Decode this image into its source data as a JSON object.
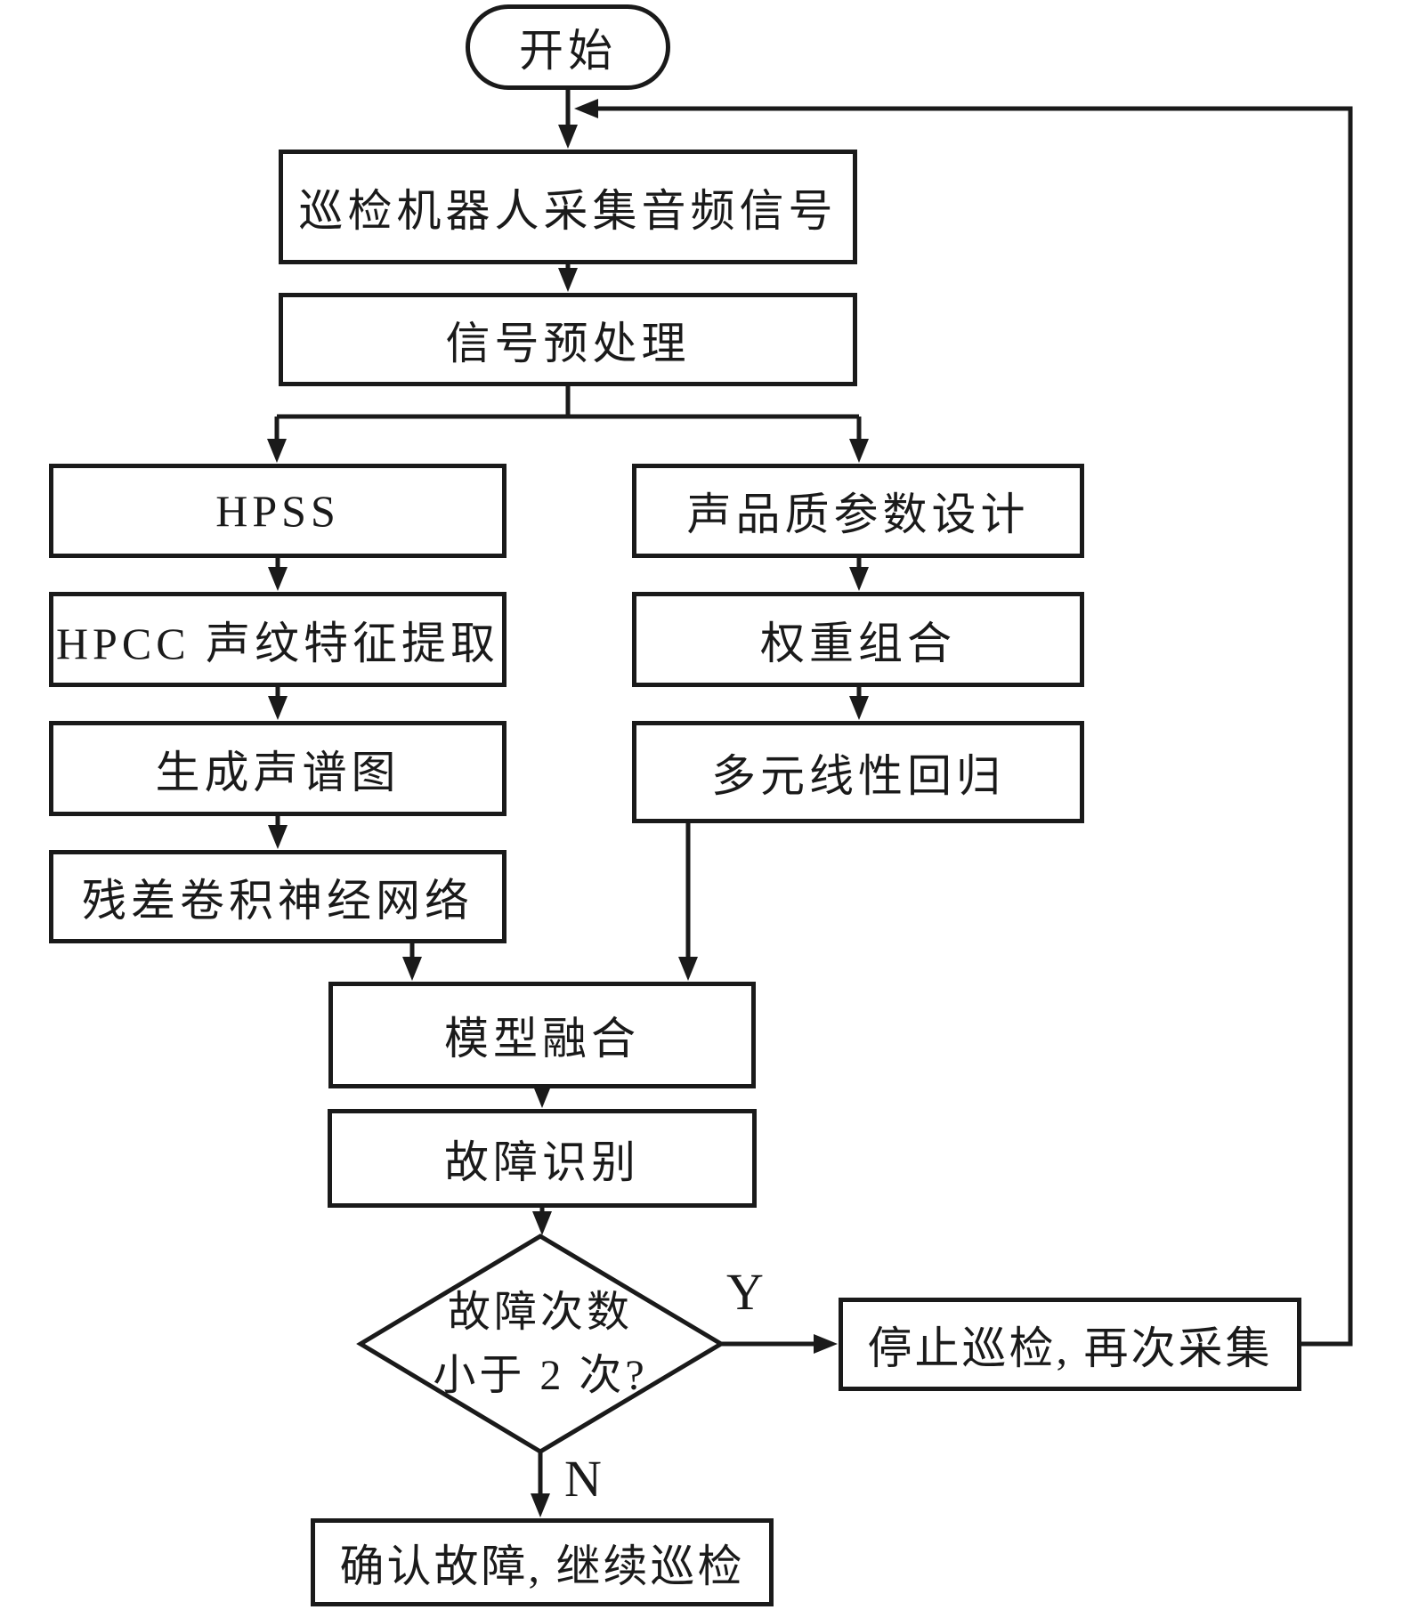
{
  "nodes": {
    "start": {
      "label": "开始"
    },
    "collect": {
      "label": "巡检机器人采集音频信号"
    },
    "preprocess": {
      "label": "信号预处理"
    },
    "hpss": {
      "label": "HPSS"
    },
    "hpcc": {
      "label": "HPCC 声纹特征提取"
    },
    "spectrogram": {
      "label": "生成声谱图"
    },
    "rescnn": {
      "label": "残差卷积神经网络"
    },
    "sq_design": {
      "label": "声品质参数设计"
    },
    "weights": {
      "label": "权重组合"
    },
    "mlr": {
      "label": "多元线性回归"
    },
    "fusion": {
      "label": "模型融合"
    },
    "fault_id": {
      "label": "故障识别"
    },
    "decision": {
      "line1": "故障次数",
      "line2": "小于 2 次?"
    },
    "stop": {
      "label": "停止巡检, 再次采集"
    },
    "confirm": {
      "label": "确认故障, 继续巡检"
    }
  },
  "edge_labels": {
    "yes": "Y",
    "no": "N"
  },
  "colors": {
    "stroke": "#1a1a1a",
    "background": "#ffffff"
  }
}
